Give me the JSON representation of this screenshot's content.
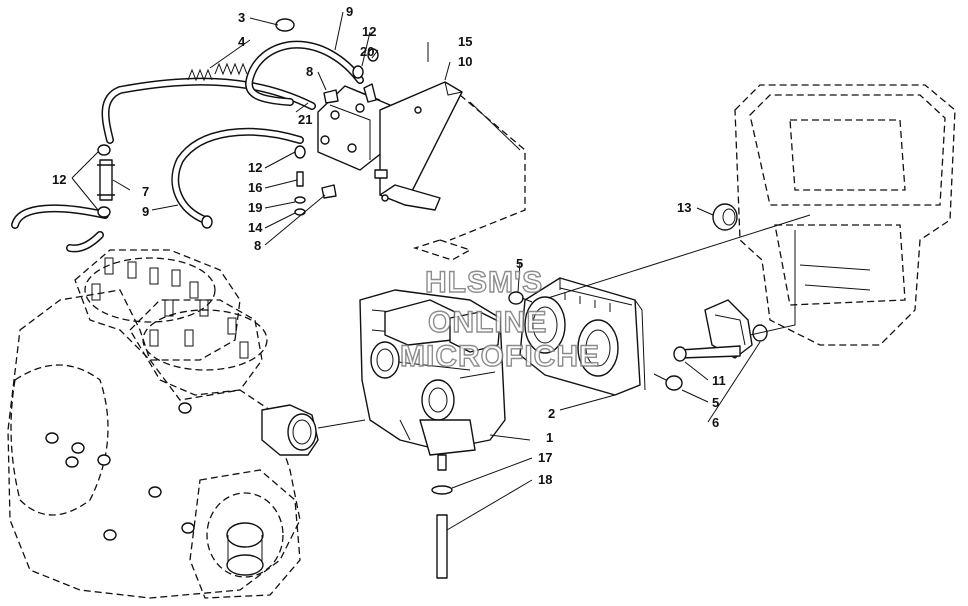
{
  "callouts": {
    "c3": "3",
    "c4": "4",
    "c9a": "9",
    "c12a": "12",
    "c20": "20",
    "c15": "15",
    "c10": "10",
    "c8a": "8",
    "c21": "21",
    "c12b": "12",
    "c7": "7",
    "c9b": "9",
    "c12c": "12",
    "c16": "16",
    "c19": "19",
    "c14": "14",
    "c8b": "8",
    "c13": "13",
    "c5a": "5",
    "c11": "11",
    "c5b": "5",
    "c6": "6",
    "c2": "2",
    "c1": "1",
    "c17": "17",
    "c18": "18"
  },
  "watermark": {
    "line1": "HLSM'S",
    "line2": "ONLINE",
    "line3": "MICROFICHE"
  }
}
